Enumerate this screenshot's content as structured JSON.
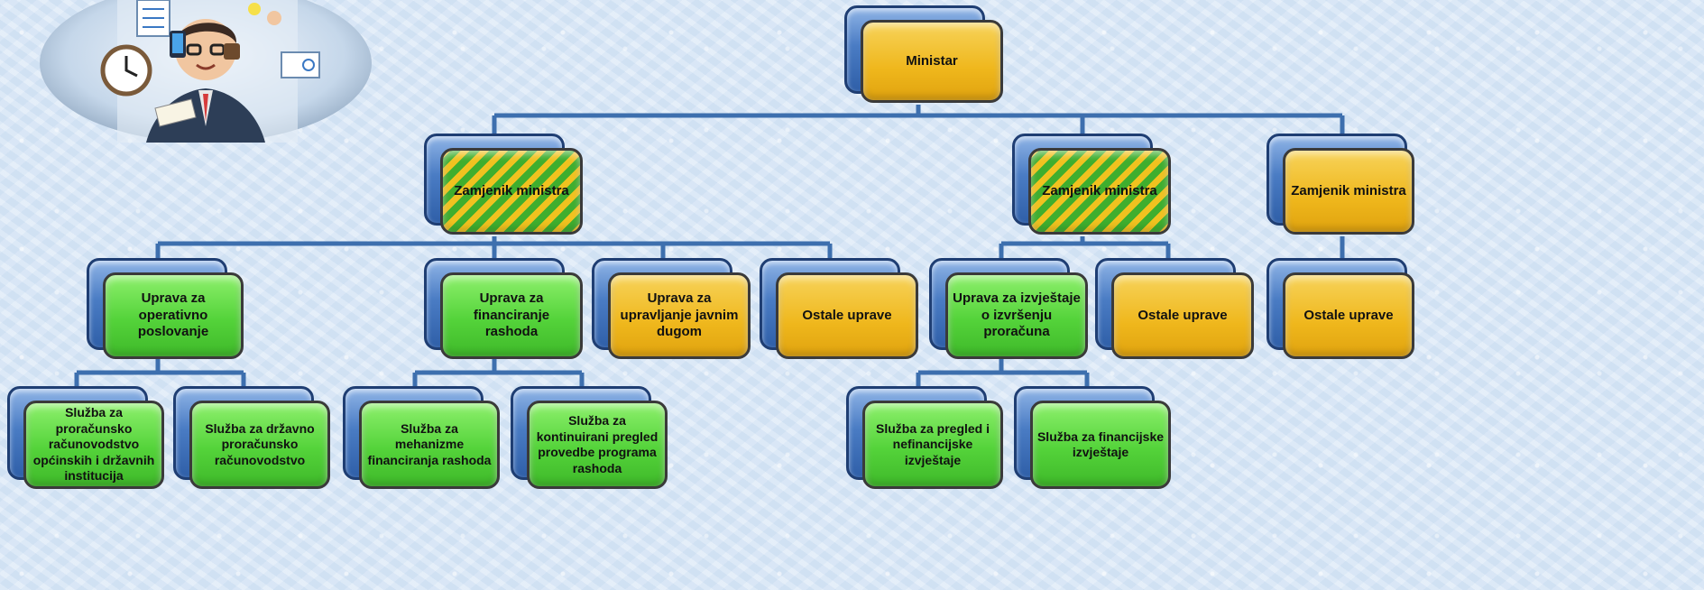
{
  "colors": {
    "gold": "#efb71c",
    "green": "#54d33a",
    "blue": "#4a7cc4",
    "line": "#3d6fae"
  },
  "illustration": {
    "icon": "busy-manager-illustration"
  },
  "nodes": {
    "ministar": "Ministar",
    "zamjenik1": "Zamjenik ministra",
    "zamjenik2": "Zamjenik ministra",
    "zamjenik3": "Zamjenik ministra",
    "uprava_operativno": "Uprava za operativno poslovanje",
    "uprava_financiranje": "Uprava za financiranje rashoda",
    "uprava_dug": "Uprava za upravljanje javnim dugom",
    "ostale1": "Ostale uprave",
    "uprava_izvjestaje": "Uprava za izvještaje o izvršenju proračuna",
    "ostale2": "Ostale uprave",
    "ostale3": "Ostale uprave",
    "sluzba_opcinsko": "Služba za proračunsko računovodstvo općinskih i državnih institucija",
    "sluzba_drzavno": "Služba za državno proračunsko računovodstvo",
    "sluzba_mehanizme": "Služba za mehanizme financiranja rashoda",
    "sluzba_kontinuirani": "Služba za kontinuirani pregled provedbe programa rashoda",
    "sluzba_pregled": "Služba za pregled i nefinancijske izvještaje",
    "sluzba_financijske": "Služba za financijske izvještaje"
  }
}
